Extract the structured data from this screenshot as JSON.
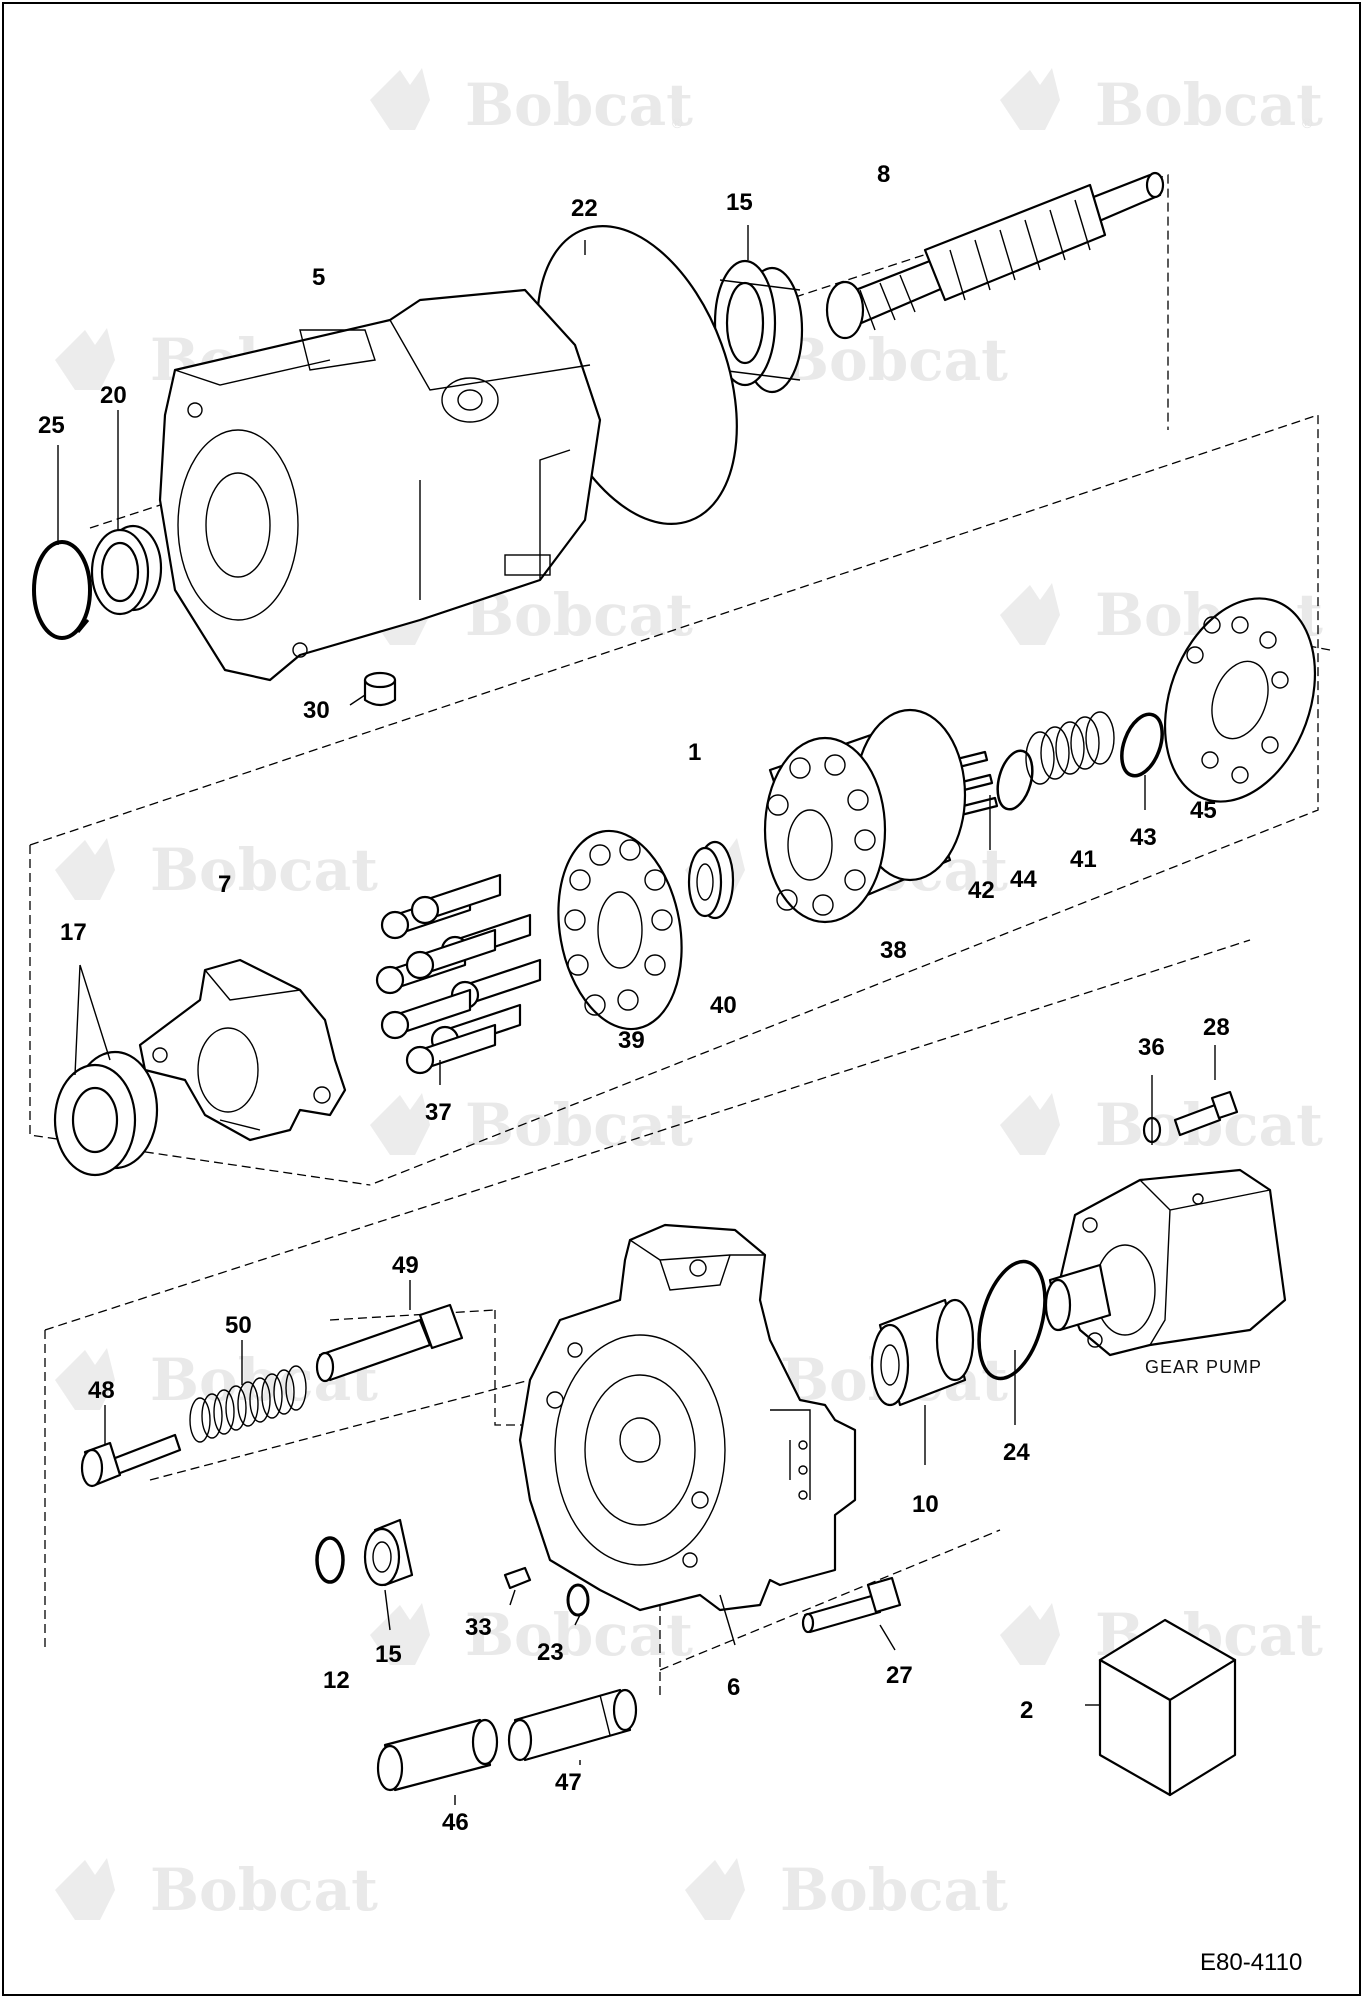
{
  "watermark": {
    "text": "Bobcat",
    "mark": "®"
  },
  "reference_code": "E80-4110",
  "gear_pump_caption": "GEAR PUMP",
  "labels": {
    "p1": "1",
    "p2": "2",
    "p5": "5",
    "p6": "6",
    "p7": "7",
    "p8": "8",
    "p10": "10",
    "p12": "12",
    "p15a": "15",
    "p15b": "15",
    "p17": "17",
    "p20": "20",
    "p22": "22",
    "p23": "23",
    "p24": "24",
    "p25": "25",
    "p27": "27",
    "p28": "28",
    "p30": "30",
    "p33": "33",
    "p36": "36",
    "p37": "37",
    "p38": "38",
    "p39": "39",
    "p40": "40",
    "p41": "41",
    "p42": "42",
    "p43": "43",
    "p44": "44",
    "p45": "45",
    "p46": "46",
    "p47": "47",
    "p48": "48",
    "p49": "49",
    "p50": "50"
  }
}
